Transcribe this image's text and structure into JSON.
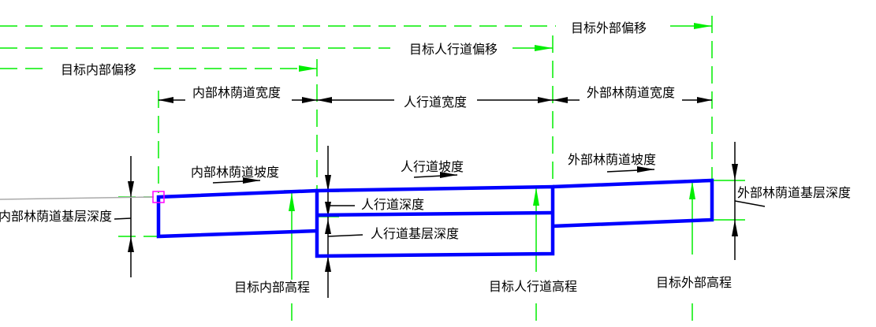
{
  "labels": {
    "target_outside_offset": "目标外部偏移",
    "target_sidewalk_offset": "目标人行道偏移",
    "target_inside_offset": "目标内部偏移",
    "inside_boulevard_width": "内部林荫道宽度",
    "sidewalk_width": "人行道宽度",
    "outside_boulevard_width": "外部林荫道宽度",
    "inside_boulevard_slope": "内部林荫道坡度",
    "sidewalk_slope": "人行道坡度",
    "outside_boulevard_slope": "外部林荫道坡度",
    "inside_boulevard_subbase_depth": "内部林荫道基层深度",
    "sidewalk_depth": "人行道深度",
    "sidewalk_subbase_depth": "人行道基层深度",
    "outside_boulevard_subbase_depth": "外部林荫道基层深度",
    "target_inside_elevation": "目标内部高程",
    "target_sidewalk_elevation": "目标人行道高程",
    "target_outside_elevation": "目标外部高程"
  },
  "colors": {
    "section": "#0000ff",
    "guides": "#00ee00",
    "dimensions": "#000000",
    "marker": "#ff00ff"
  }
}
